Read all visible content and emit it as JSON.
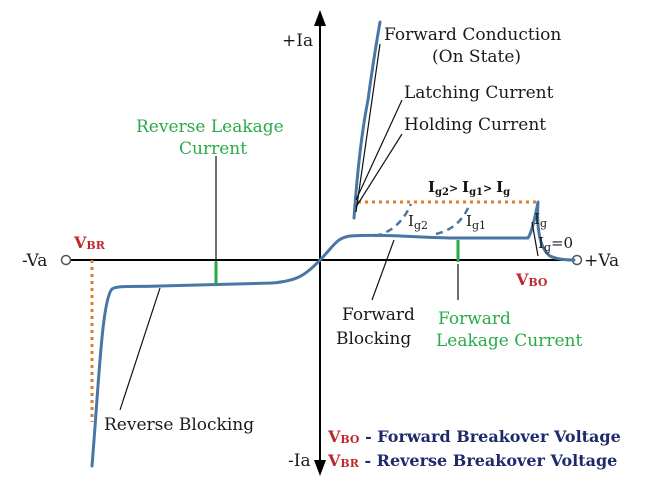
{
  "axes": {
    "plus_ia": "+Ia",
    "minus_ia": "-Ia",
    "plus_va": "+Va",
    "minus_va": "-Va"
  },
  "labels": {
    "forward_conduction": "Forward Conduction",
    "on_state": "(On State)",
    "latching_current": "Latching Current",
    "holding_current": "Holding Current",
    "reverse_leakage_1": "Reverse Leakage",
    "reverse_leakage_2": "Current",
    "forward_blocking_1": "Forward",
    "forward_blocking_2": "Blocking",
    "forward_leakage_1": "Forward",
    "forward_leakage_2": "Leakage Current",
    "reverse_blocking": "Reverse Blocking",
    "ig_relation": {
      "i2": "I",
      "s2": "g2",
      "gt1": "> ",
      "i1": "I",
      "s1": "g1",
      "gt2": "> ",
      "i0": "I",
      "s0": "g"
    },
    "ig2": {
      "main": "I",
      "sub": "g2"
    },
    "ig1": {
      "main": "I",
      "sub": "g1"
    },
    "ig": {
      "main": "I",
      "sub": "g"
    },
    "ig0": {
      "main": "I",
      "sub": "g",
      "tail": "=0"
    },
    "vbo": {
      "main": "V",
      "sub": "BO"
    },
    "vbr": {
      "main": "V",
      "sub": "BR"
    }
  },
  "legend": [
    {
      "sym_main": "V",
      "sym_sub": "BO",
      "text": " - Forward Breakover Voltage"
    },
    {
      "sym_main": "V",
      "sym_sub": "BR",
      "text": " - Reverse Breakover Voltage"
    }
  ],
  "colors": {
    "curve": "#4a76a6",
    "breakover_red": "#c0272d",
    "leakage_green": "#2aaa4a",
    "dotted_orange": "#e07b26",
    "legend_navy": "#1f2a6b"
  }
}
